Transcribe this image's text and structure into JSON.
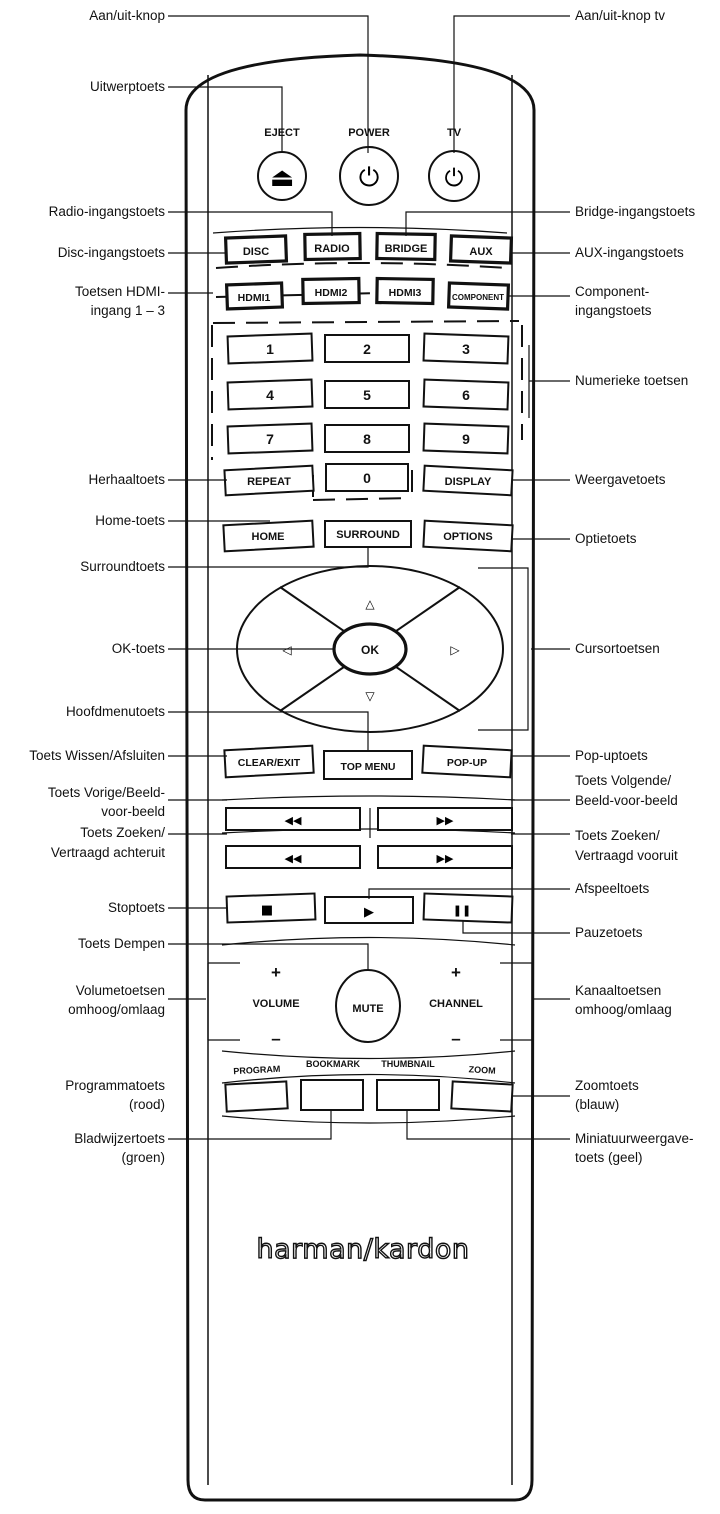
{
  "remote": {
    "top_labels": {
      "eject": "EJECT",
      "power": "POWER",
      "tv": "TV"
    },
    "power_glyph": "⏻",
    "eject_glyph": "⏏",
    "sources": [
      "DISC",
      "RADIO",
      "BRIDGE",
      "AUX"
    ],
    "hdmi": [
      "HDMI1",
      "HDMI2",
      "HDMI3",
      "COMPONENT"
    ],
    "numeric": [
      "1",
      "2",
      "3",
      "4",
      "5",
      "6",
      "7",
      "8",
      "9"
    ],
    "row_zero": [
      "REPEAT",
      "0",
      "DISPLAY"
    ],
    "row_home": [
      "HOME",
      "SURROUND",
      "OPTIONS"
    ],
    "ok": "OK",
    "nav_arrows": {
      "up": "△",
      "down": "▽",
      "left": "◁",
      "right": "▷"
    },
    "row_menu": [
      "CLEAR/EXIT",
      "TOP MENU",
      "POP-UP"
    ],
    "skip": {
      "prev": "◀◀",
      "next": "▶▶"
    },
    "scan": {
      "rev": "◀◀",
      "fwd": "▶▶"
    },
    "transport": {
      "stop": "■",
      "play": "▶",
      "pause": "❚❚"
    },
    "volume": {
      "plus": "+",
      "label": "VOLUME",
      "minus": "–"
    },
    "mute": "MUTE",
    "channel": {
      "plus": "+",
      "label": "CHANNEL",
      "minus": "–"
    },
    "color_keys": [
      "PROGRAM",
      "BOOKMARK",
      "THUMBNAIL",
      "ZOOM"
    ],
    "brand": "harman/kardon"
  },
  "callouts": {
    "left": [
      "Uitwerptoets",
      "Radio-ingangstoets",
      "Disc-ingangstoets",
      "Toetsen HDMI-",
      "ingang 1 – 3",
      "Herhaaltoets",
      "Home-toets",
      "Surroundtoets",
      "OK-toets",
      "Hoofdmenutoets",
      "Toets Wissen/Afsluiten",
      "Toets Vorige/Beeld-",
      "voor-beeld",
      "Toets Zoeken/",
      "Vertraagd achteruit",
      "Stoptoets",
      "Toets Dempen",
      "Volumetoetsen",
      "omhoog/omlaag",
      "Programmatoets",
      "(rood)",
      "Bladwijzertoets",
      "(groen)"
    ],
    "right": [
      "Bridge-ingangstoets",
      "AUX-ingangstoets",
      "Component-",
      "ingangstoets",
      "Numerieke toetsen",
      "Weergavetoets",
      "Optietoets",
      "Cursortoetsen",
      "Pop-uptoets",
      "Toets Volgende/",
      "Beeld-voor-beeld",
      "Toets Zoeken/",
      "Vertraagd vooruit",
      "Afspeeltoets",
      "Pauzetoets",
      "Kanaaltoetsen",
      "omhoog/omlaag",
      "Zoomtoets",
      "(blauw)",
      "Miniatuurweergave-",
      "toets (geel)"
    ],
    "top_left": "Aan/uit-knop",
    "top_right": "Aan/uit-knop tv"
  }
}
